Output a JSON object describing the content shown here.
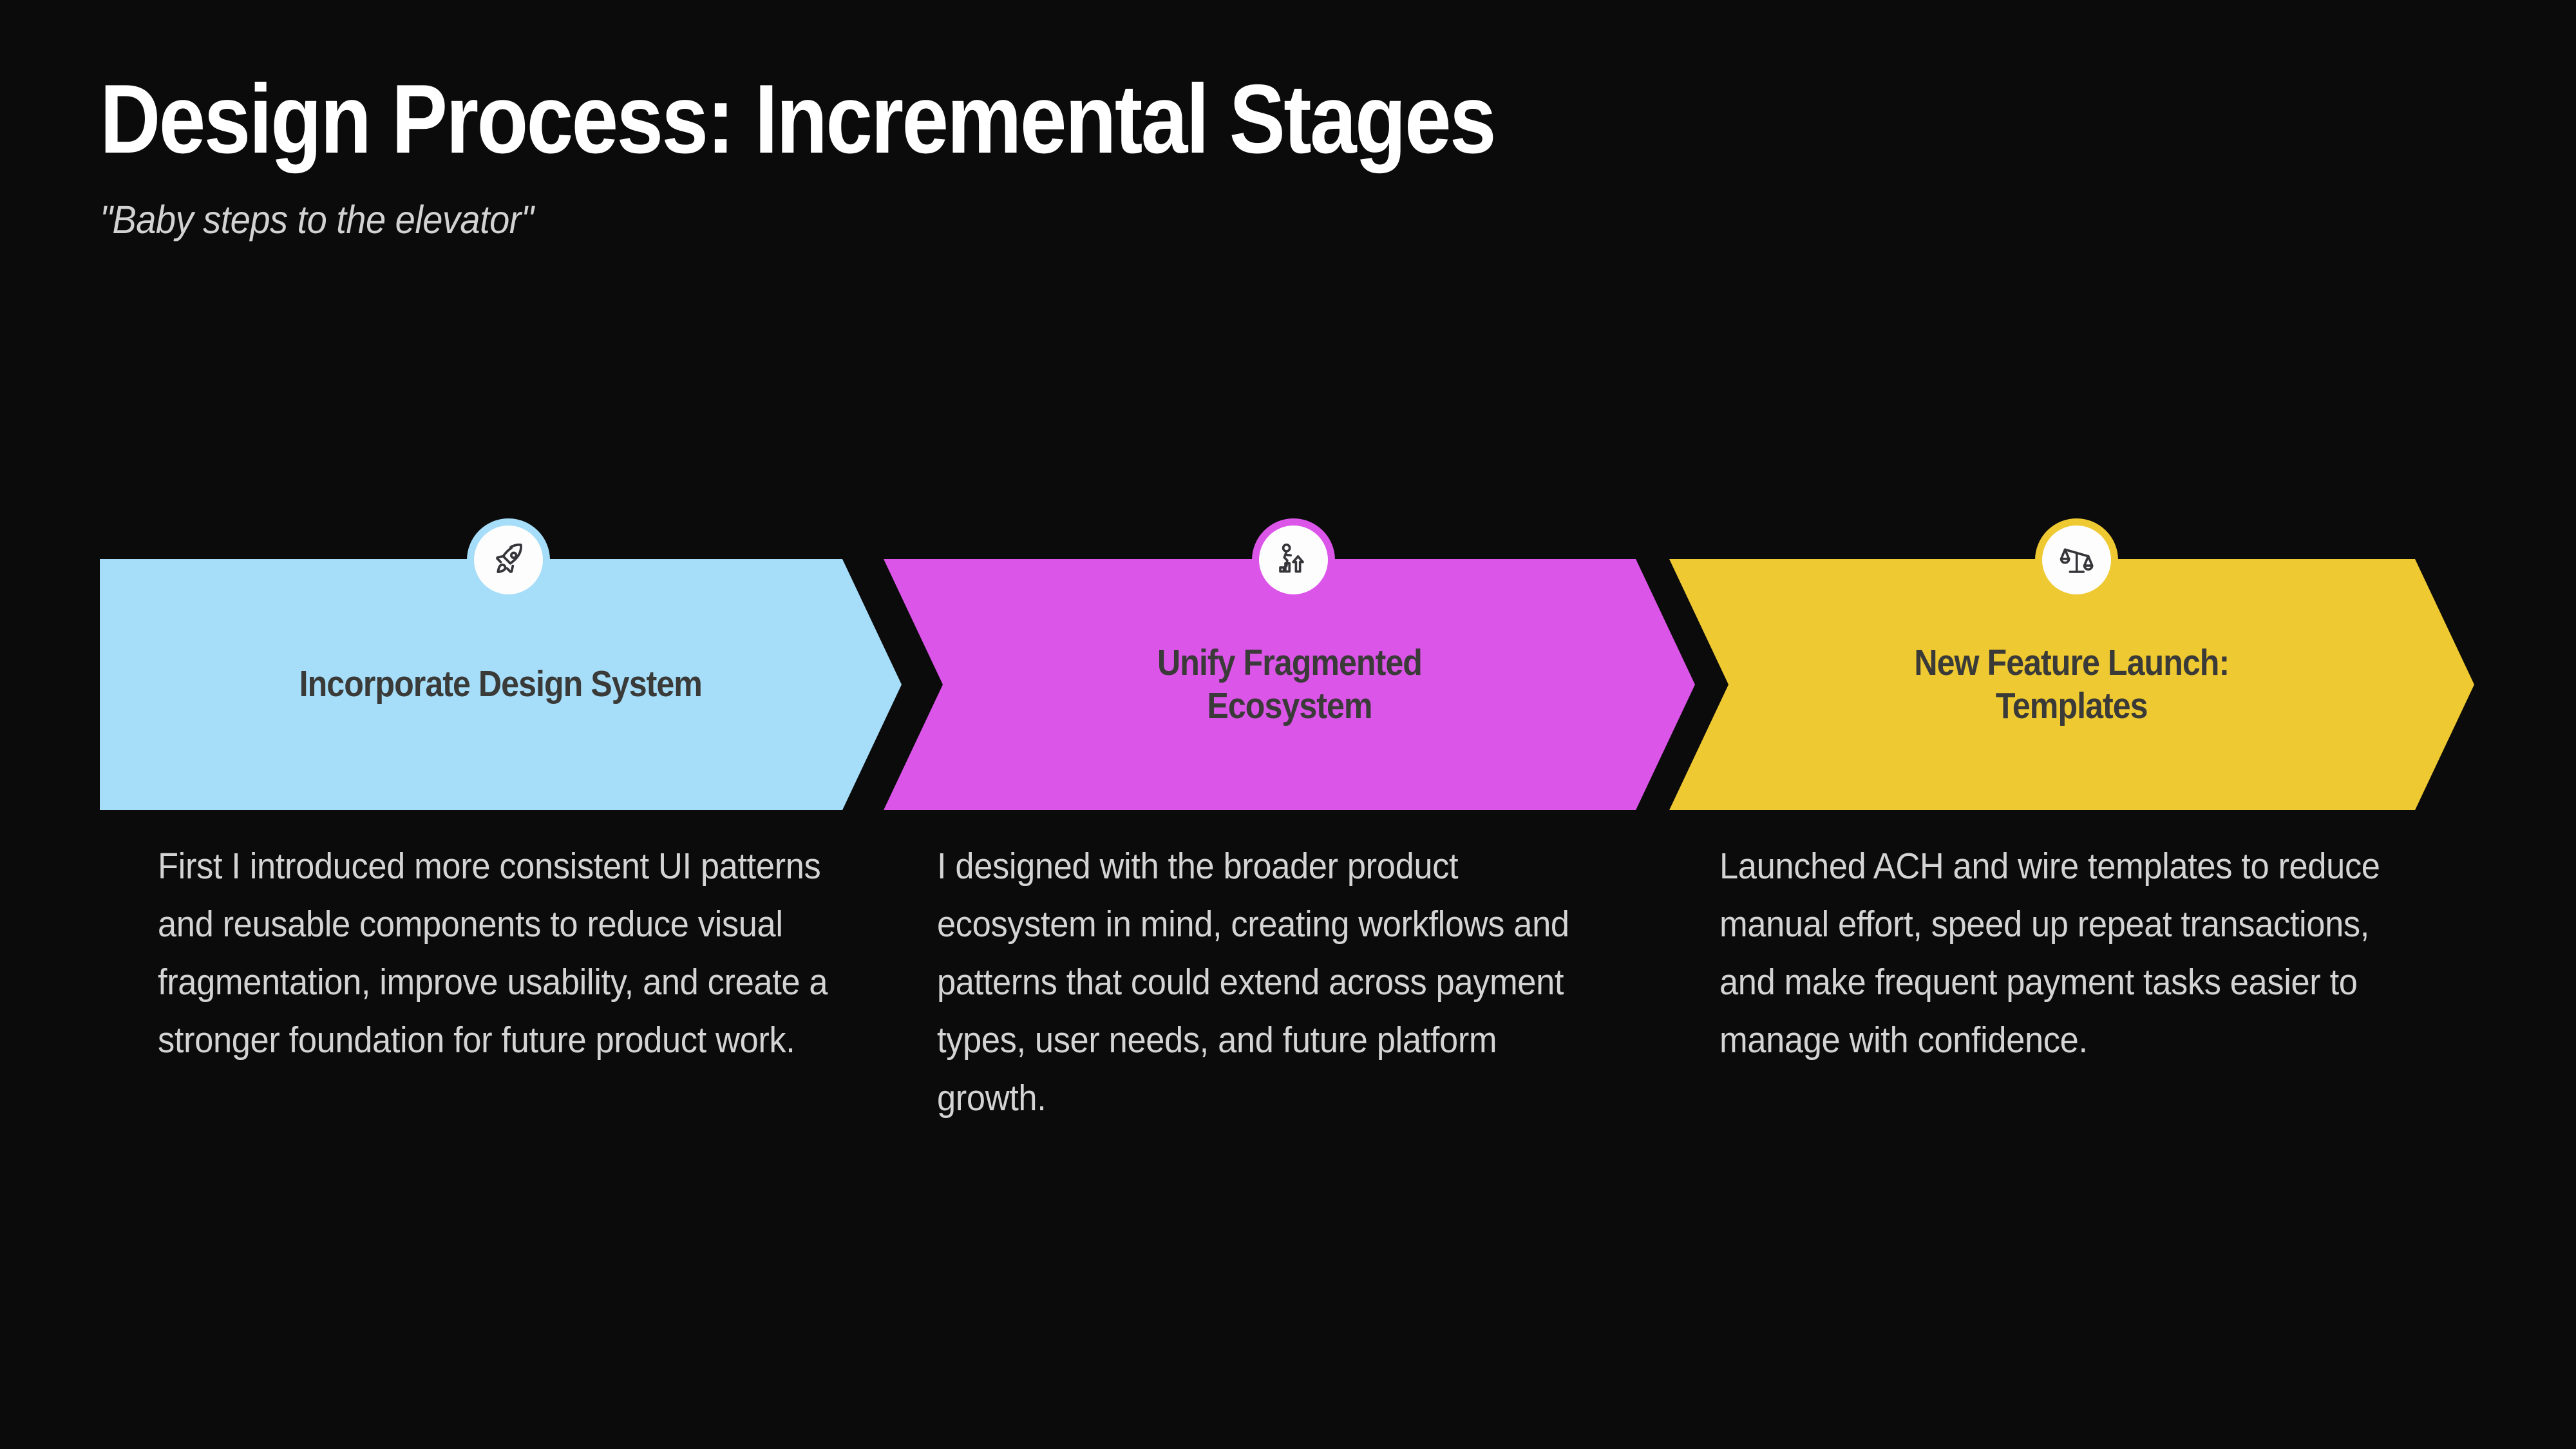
{
  "header": {
    "title": "Design Process: Incremental Stages",
    "subtitle": "\"Baby steps to the elevator\""
  },
  "colors": {
    "background": "#0B0B0B",
    "title_text": "#FFFFFF",
    "subtitle_text": "#D2D2D2",
    "body_text": "#D4D4D4",
    "stage_label_text": "#3A3A38",
    "stage_one": "#A6DDF9",
    "stage_two": "#DB55E8",
    "stage_three": "#EFC931",
    "badge_fill": "#FDFDFD"
  },
  "stages": [
    {
      "label": "Incorporate Design System",
      "icon": "rocket-icon",
      "color": "#A6DDF9",
      "description": "First I introduced more consistent UI patterns and reusable components to reduce visual fragmentation, improve usability, and create a stronger foundation for future product work."
    },
    {
      "label": "Unify Fragmented\nEcosystem",
      "icon": "growth-person-icon",
      "color": "#DB55E8",
      "description": "I designed with the broader product ecosystem in mind, creating workflows and patterns that could extend across payment types, user needs, and future platform growth."
    },
    {
      "label": "New Feature Launch:\nTemplates",
      "icon": "scales-balance-icon",
      "color": "#EFC931",
      "description": "Launched ACH and wire templates to reduce manual effort, speed up repeat transactions, and make frequent payment tasks easier to manage with confidence."
    }
  ]
}
